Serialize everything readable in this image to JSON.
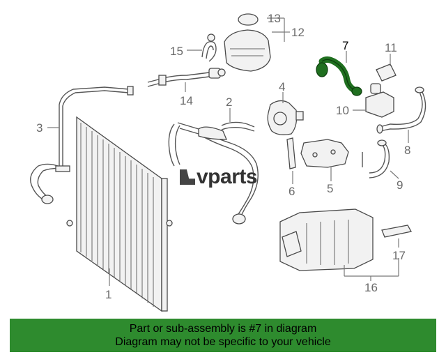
{
  "callouts": {
    "c1": "1",
    "c2": "2",
    "c3": "3",
    "c4": "4",
    "c5": "5",
    "c6": "6",
    "c7": "7",
    "c8": "8",
    "c9": "9",
    "c10": "10",
    "c11": "11",
    "c12": "12",
    "c13": "13",
    "c14": "14",
    "c15": "15",
    "c16": "16",
    "c17": "17"
  },
  "highlight_color": "#1f6f1f",
  "brand": {
    "logo_text": "vparts"
  },
  "banner": {
    "line1": "Part or sub-assembly is #7 in diagram",
    "line2": "Diagram may not be specific to your vehicle",
    "background_color": "#2e8b2e"
  }
}
